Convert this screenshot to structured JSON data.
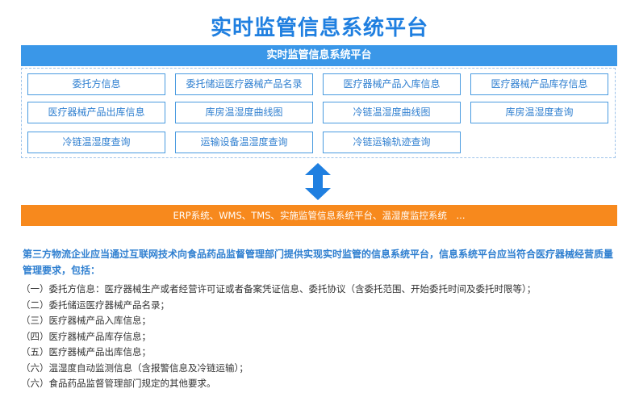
{
  "title": "实时监管信息系统平台",
  "platform_bar": "实时监管信息系统平台",
  "modules": [
    "委托方信息",
    "委托储运医疗器械产品名录",
    "医疗器械产品入库信息",
    "医疗器械产品库存信息",
    "医疗器械产品出库信息",
    "库房温湿度曲线图",
    "冷链温湿度曲线图",
    "库房温湿度查询",
    "冷链温湿度查询",
    "运输设备温湿度查询",
    "冷链运输轨迹查询"
  ],
  "systems_bar": "ERP系统、WMS、TMS、实施监管信息系统平台、温湿度监控系统　...",
  "intro": "第三方物流企业应当通过互联网技术向食品药品监督管理部门提供实现实时监管的信息系统平台，信息系统平台应当符合医疗器械经营质量管理要求，包括：",
  "requirements": [
    "（一）委托方信息：医疗器械生产或者经营许可证或者备案凭证信息、委托协议（含委托范围、开始委托时间及委托时限等）；",
    "（二）委托储运医疗器械产品名录；",
    "（三）医疗器械产品入库信息；",
    "（四）医疗器械产品库存信息；",
    "（五）医疗器械产品出库信息；",
    "（六）温湿度自动监测信息（含报警信息及冷链运输）；",
    "（六）食品药品监督管理部门规定的其他要求。"
  ],
  "colors": {
    "primary_blue": "#1f7fe0",
    "bar_blue": "#3a97e8",
    "orange": "#f7891d"
  },
  "icons": {
    "connector": "double-vertical-arrow-icon"
  }
}
